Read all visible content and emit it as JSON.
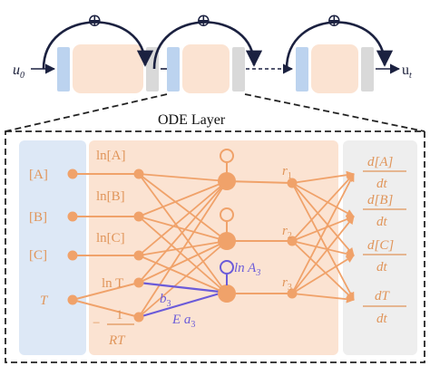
{
  "io": {
    "u0": "u",
    "u0_sub": "0",
    "ut": "u",
    "ut_sub": "t"
  },
  "plus_symbol": "⊕",
  "ode_title": "ODE Layer",
  "inputs": [
    "[A]",
    "[B]",
    "[C]",
    "T"
  ],
  "log_terms": [
    "ln[A]",
    "ln[B]",
    "ln[C]",
    "ln T"
  ],
  "inv_term": {
    "prefix": "−",
    "numerator": "1",
    "denominator": "RT"
  },
  "rates": {
    "symbol": "r",
    "subs": [
      "1",
      "2",
      "3"
    ]
  },
  "lnA": {
    "text": "ln A",
    "sub": "3"
  },
  "b": {
    "text": "b",
    "sub": "3"
  },
  "Ea": {
    "text": "E a",
    "sub": "3"
  },
  "outputs": [
    {
      "num": "d[A]",
      "den": "dt"
    },
    {
      "num": "d[B]",
      "den": "dt"
    },
    {
      "num": "d[C]",
      "den": "dt"
    },
    {
      "num": "dT",
      "den": "dt"
    }
  ],
  "colors": {
    "orange": "#f0a26a",
    "orange_light": "#fbe3d2",
    "blue_panel": "#dde8f6",
    "blue_bar": "#bcd3ef",
    "gray_bar": "#d9d9d9",
    "gray_panel": "#eeeeee",
    "arc": "#1b2140",
    "purple": "#6b5bd9"
  }
}
